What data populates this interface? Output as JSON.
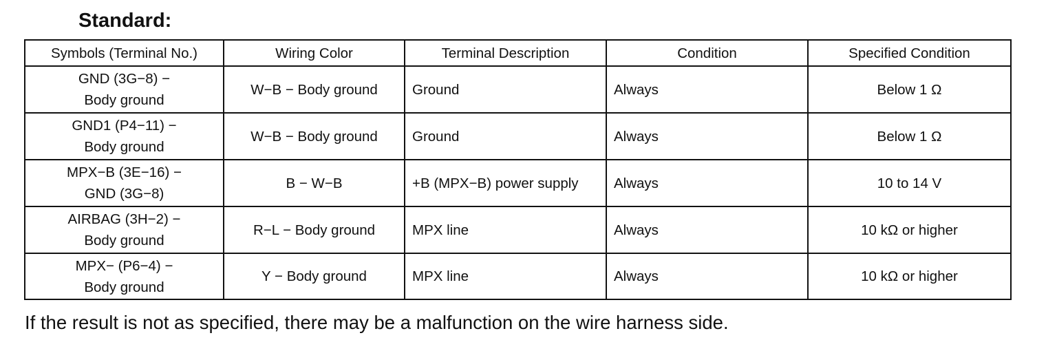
{
  "heading": "Standard:",
  "table": {
    "headers": [
      "Symbols (Terminal No.)",
      "Wiring Color",
      "Terminal Description",
      "Condition",
      "Specified Condition"
    ],
    "rows": [
      {
        "symbol_line1": "GND (3G−8) −",
        "symbol_line2": "Body ground",
        "wiring_color": "W−B − Body ground",
        "description": "Ground",
        "condition": "Always",
        "specified": "Below 1 Ω"
      },
      {
        "symbol_line1": "GND1 (P4−11) −",
        "symbol_line2": "Body ground",
        "wiring_color": "W−B − Body ground",
        "description": "Ground",
        "condition": "Always",
        "specified": "Below 1 Ω"
      },
      {
        "symbol_line1": "MPX−B (3E−16) −",
        "symbol_line2": "GND (3G−8)",
        "wiring_color": "B − W−B",
        "description": "+B (MPX−B) power supply",
        "condition": "Always",
        "specified": "10 to 14 V"
      },
      {
        "symbol_line1": "AIRBAG (3H−2) −",
        "symbol_line2": "Body ground",
        "wiring_color": "R−L − Body ground",
        "description": "MPX line",
        "condition": "Always",
        "specified": "10 kΩ or higher"
      },
      {
        "symbol_line1": "MPX− (P6−4) −",
        "symbol_line2": "Body ground",
        "wiring_color": "Y − Body ground",
        "description": "MPX line",
        "condition": "Always",
        "specified": "10 kΩ or higher"
      }
    ]
  },
  "footnote": "If the result is not as specified, there may be a malfunction on the wire harness side."
}
